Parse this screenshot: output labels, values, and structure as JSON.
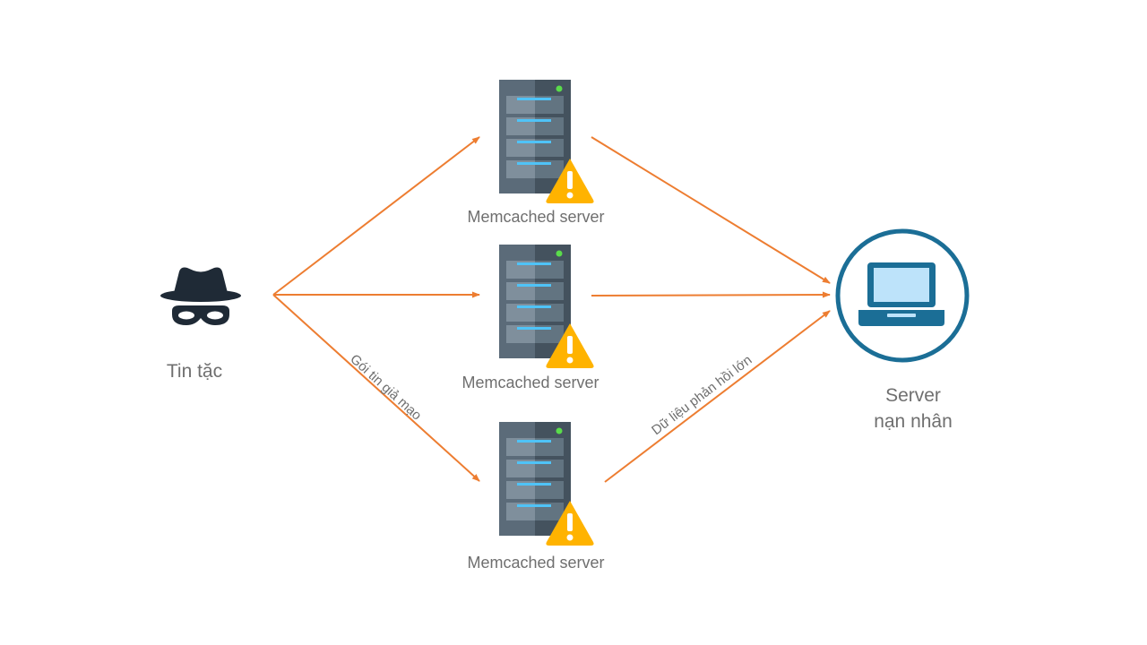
{
  "diagram": {
    "attacker": {
      "label": "Tin tặc",
      "icon": "hacker-icon"
    },
    "servers": [
      {
        "label": "Memcached server",
        "icon": "server-icon",
        "badge": "warning-icon"
      },
      {
        "label": "Memcached server",
        "icon": "server-icon",
        "badge": "warning-icon"
      },
      {
        "label": "Memcached server",
        "icon": "server-icon",
        "badge": "warning-icon"
      }
    ],
    "victim": {
      "label_line1": "Server",
      "label_line2": "nạn nhân",
      "icon": "laptop-icon"
    },
    "edges": {
      "spoofed_packets_label": "Gói tin giả mạo",
      "amplified_response_label": "Dữ liệu phản hồi lớn"
    },
    "colors": {
      "arrow": "#ED7D31",
      "server_body": "#5B6B79",
      "server_shade": "#44525E",
      "server_led": "#5ADC4B",
      "server_slot_light": "#4FC3F7",
      "warning": "#FFB300",
      "victim_ring": "#1B6E96",
      "laptop_screen": "#BDE3FA",
      "hacker": "#1F2A36",
      "label": "#6F6F6F"
    }
  }
}
